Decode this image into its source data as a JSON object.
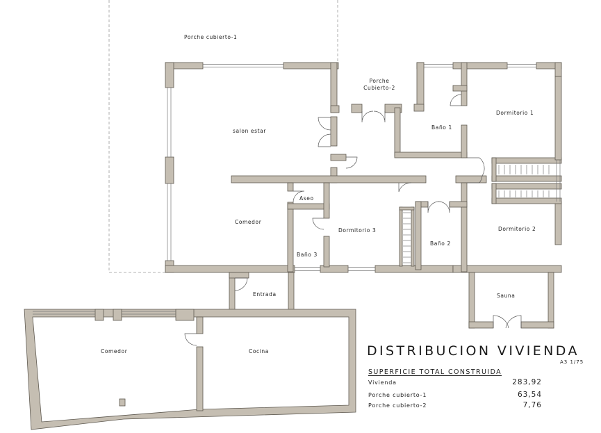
{
  "rooms": {
    "porche_cubierto_1": "Porche cubierto-1",
    "porche_cubierto_2_line1": "Porche",
    "porche_cubierto_2_line2": "Cubierto-2",
    "salon_estar": "salon estar",
    "comedor_main": "Comedor",
    "aseo": "Aseo",
    "bano_1": "Baño 1",
    "dormitorio_1": "Dormitorio 1",
    "dormitorio_2": "Dormitorio 2",
    "dormitorio_3": "Dormitorio 3",
    "bano_2": "Baño 2",
    "bano_3": "Baño 3",
    "entrada": "Entrada",
    "sauna": "Sauna",
    "comedor_annex": "Comedor",
    "cocina": "Cocina"
  },
  "title": "DISTRIBUCION VIVIENDA",
  "scale": "A3 1/75",
  "surface": {
    "heading": "SUPERFICIE TOTAL CONSTRUIDA",
    "rows": [
      {
        "label": "Vivienda",
        "value": "283,92"
      },
      {
        "label": "Porche cubierto-1",
        "value": "63,54"
      },
      {
        "label": "Porche cubierto-2",
        "value": "7,76"
      }
    ]
  },
  "colors": {
    "wall": "#c5beb2",
    "wall_stroke": "#5e5950",
    "dashed_line": "#999999",
    "text": "#222222"
  }
}
